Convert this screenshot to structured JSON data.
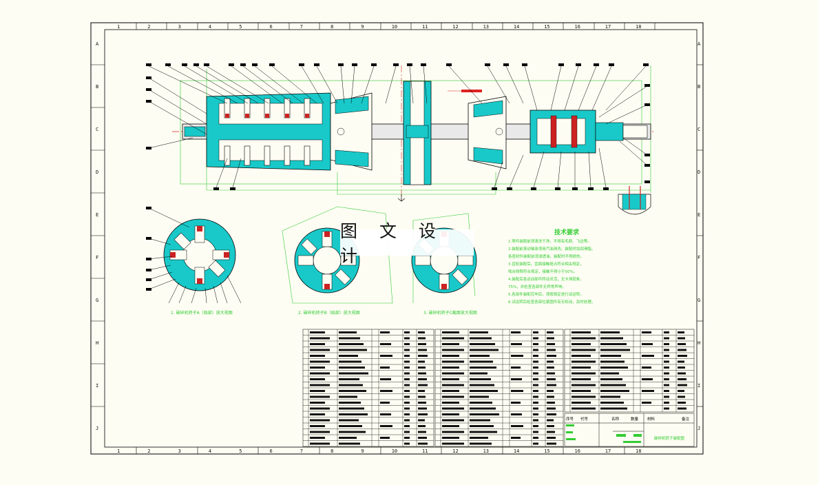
{
  "watermark": "图 文 设 计",
  "tech_req": {
    "title": "技术要求",
    "lines": [
      "1.零件装配前须清洗干净，不得有毛刺、飞边等。",
      "2.装配前滚动轴承须用汽油清洗，装配时加润滑脂。",
      "   各密封件装配前须浸透油，装配时不得损伤。",
      "3.齿轮装配后，齿面接触斑点符合相关规定，",
      "   啮合侧隙符合规定，接触不得小于50%。",
      "4.装配后各运动部件转动灵活，无卡滞现象，",
      "   75%，并检查各部件无异常声响。",
      "5.各部件装配完毕后，须按规定进行试运转。",
      "6.试运转后检查各部位紧固件有无松动，及时处理。"
    ]
  },
  "captions": {
    "c1": "1. 破碎机转子A（局部）放大视图",
    "c2": "2. 破碎机转子B（局部）放大视图",
    "c3": "3. 破碎机转子C截面放大视图"
  },
  "border": {
    "top_numbers": [
      "1",
      "2",
      "3",
      "4",
      "5",
      "6",
      "7",
      "8",
      "9",
      "10",
      "11",
      "12",
      "13",
      "14",
      "15",
      "16",
      "17",
      "18"
    ],
    "left_letters": [
      "A",
      "B",
      "C",
      "D",
      "E",
      "F",
      "G",
      "H",
      "I",
      "J"
    ]
  },
  "title_block": {
    "h1": "序号",
    "h2": "代号",
    "h3": "名称",
    "h4": "数量",
    "h5": "材料",
    "h6": "备注",
    "drawing_name": "破碎机转子装配图"
  }
}
